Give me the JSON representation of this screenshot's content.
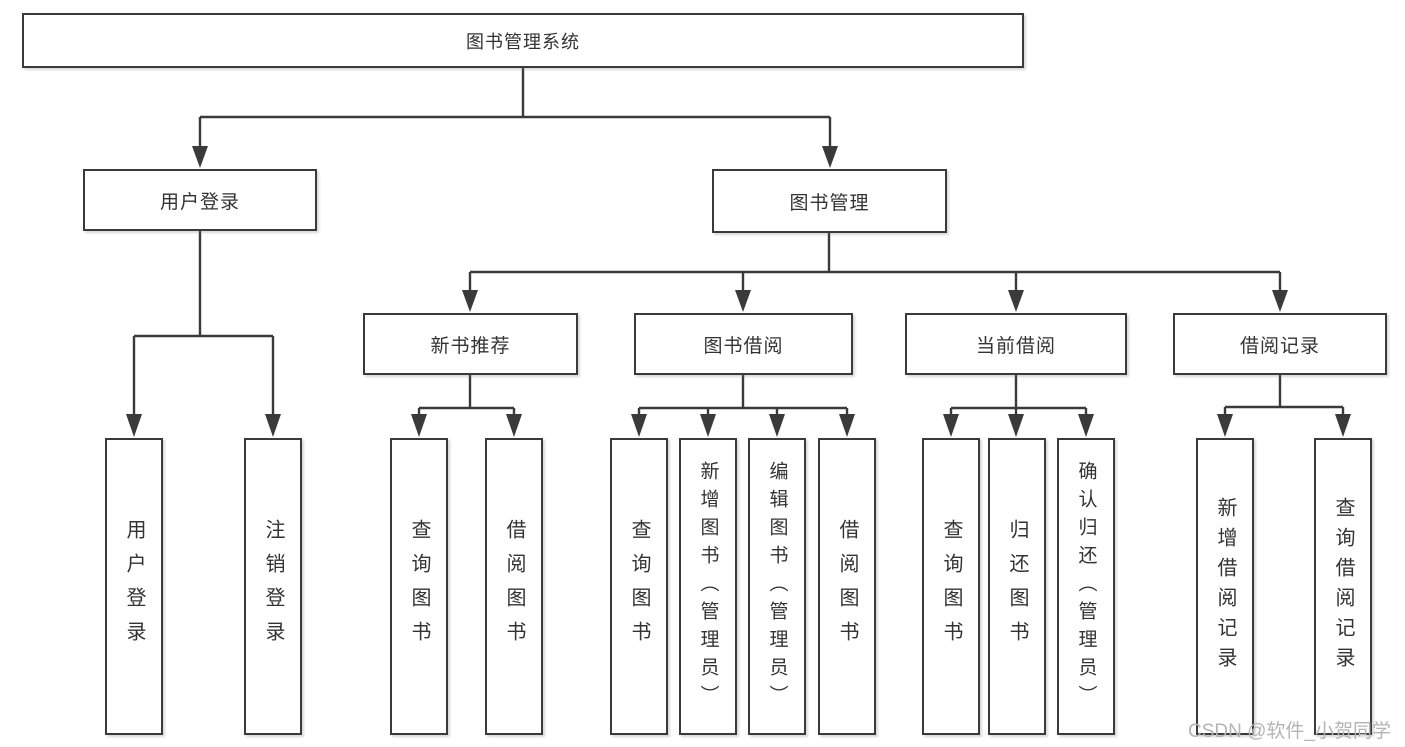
{
  "tree": {
    "root": {
      "label": "图书管理系统",
      "children": [
        {
          "label": "用户登录",
          "children": [
            {
              "label": "用户登录"
            },
            {
              "label": "注销登录"
            }
          ]
        },
        {
          "label": "图书管理",
          "children": [
            {
              "label": "新书推荐",
              "children": [
                {
                  "label": "查询图书"
                },
                {
                  "label": "借阅图书"
                }
              ]
            },
            {
              "label": "图书借阅",
              "children": [
                {
                  "label": "查询图书"
                },
                {
                  "label": "新增图书（管理员）"
                },
                {
                  "label": "编辑图书（管理员）"
                },
                {
                  "label": "借阅图书"
                }
              ]
            },
            {
              "label": "当前借阅",
              "children": [
                {
                  "label": "查询图书"
                },
                {
                  "label": "归还图书"
                },
                {
                  "label": "确认归还（管理员）"
                }
              ]
            },
            {
              "label": "借阅记录",
              "children": [
                {
                  "label": "新增借阅记录"
                },
                {
                  "label": "查询借阅记录"
                }
              ]
            }
          ]
        }
      ]
    }
  },
  "watermark": {
    "text": "CSDN @软件_小贺同学"
  },
  "colors": {
    "line": "#3a3a3a",
    "text": "#333333",
    "background": "#ffffff",
    "watermark": "#b4b4b4"
  }
}
